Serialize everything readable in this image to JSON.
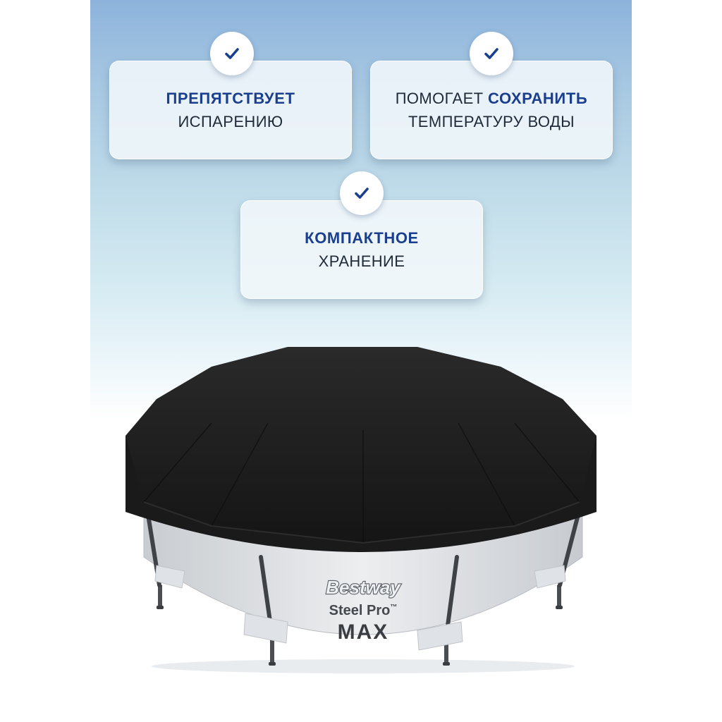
{
  "features": [
    {
      "icon": "check-icon",
      "bold": "ПРЕПЯТСТВУЕТ",
      "line2": "ИСПАРЕНИЮ"
    },
    {
      "icon": "check-icon",
      "prefix": "ПОМОГАЕТ ",
      "bold": "СОХРАНИТЬ",
      "line2": "ТЕМПЕРАТУРУ ВОДЫ"
    },
    {
      "icon": "check-icon",
      "bold": "КОМПАКТНОЕ",
      "line2": "ХРАНЕНИЕ"
    }
  ],
  "product": {
    "brand": "Bestway",
    "model_line": "Steel Pro",
    "tm": "™",
    "model_name": "MAX"
  },
  "colors": {
    "accent_blue": "#1b3f8f",
    "cover_black": "#1d1d1d",
    "pool_wall": "#dfe2e5"
  }
}
